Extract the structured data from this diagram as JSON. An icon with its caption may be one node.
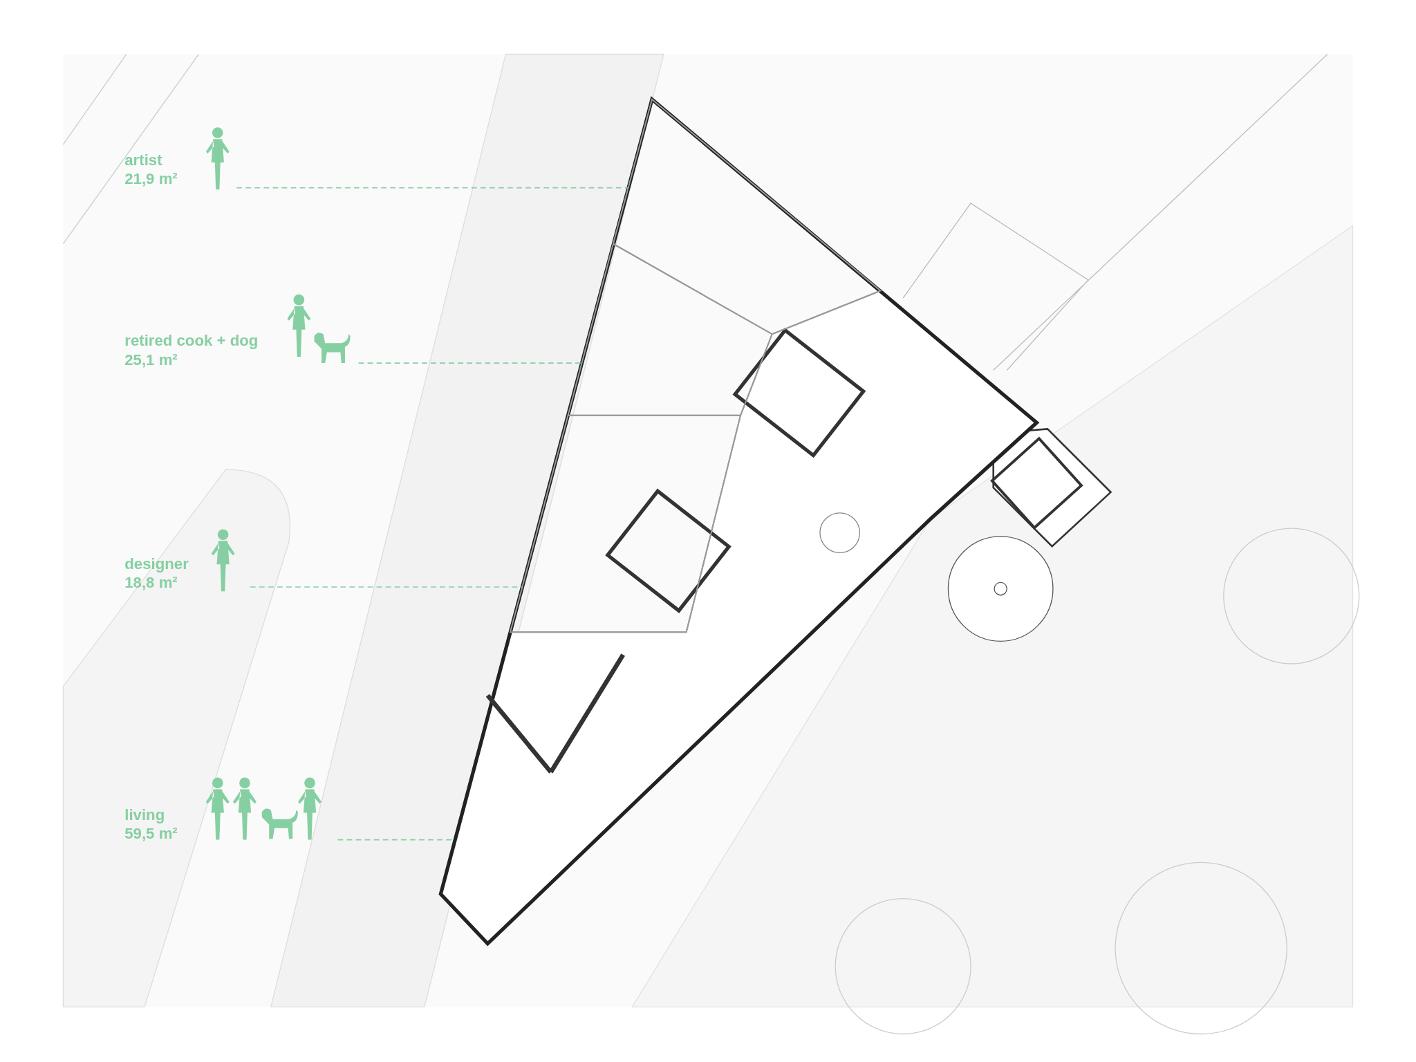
{
  "diagram": {
    "nodes": [
      {
        "text": [
          "artist",
          "21,9 m²"
        ]
      },
      {
        "text": [
          "retired cook + dog",
          "25,1 m²"
        ]
      },
      {
        "text": [
          "designer",
          "18,8 m²"
        ]
      },
      {
        "text": [
          "living",
          "59,5 m²"
        ]
      },
      {
        "text": [],
        "shape": "box"
      },
      {
        "text": [],
        "shape": "box"
      },
      {
        "text": [],
        "shape": "box"
      },
      {
        "text": [],
        "shape": "box"
      }
    ],
    "edges": [
      {
        "from": 0,
        "to": 4,
        "arrow": "none",
        "style": "dashed"
      },
      {
        "from": 1,
        "to": 5,
        "arrow": "none",
        "style": "dashed"
      },
      {
        "from": 2,
        "to": 6,
        "arrow": "none",
        "style": "dashed"
      },
      {
        "from": 3,
        "to": 7,
        "arrow": "none",
        "style": "dashed"
      }
    ]
  }
}
